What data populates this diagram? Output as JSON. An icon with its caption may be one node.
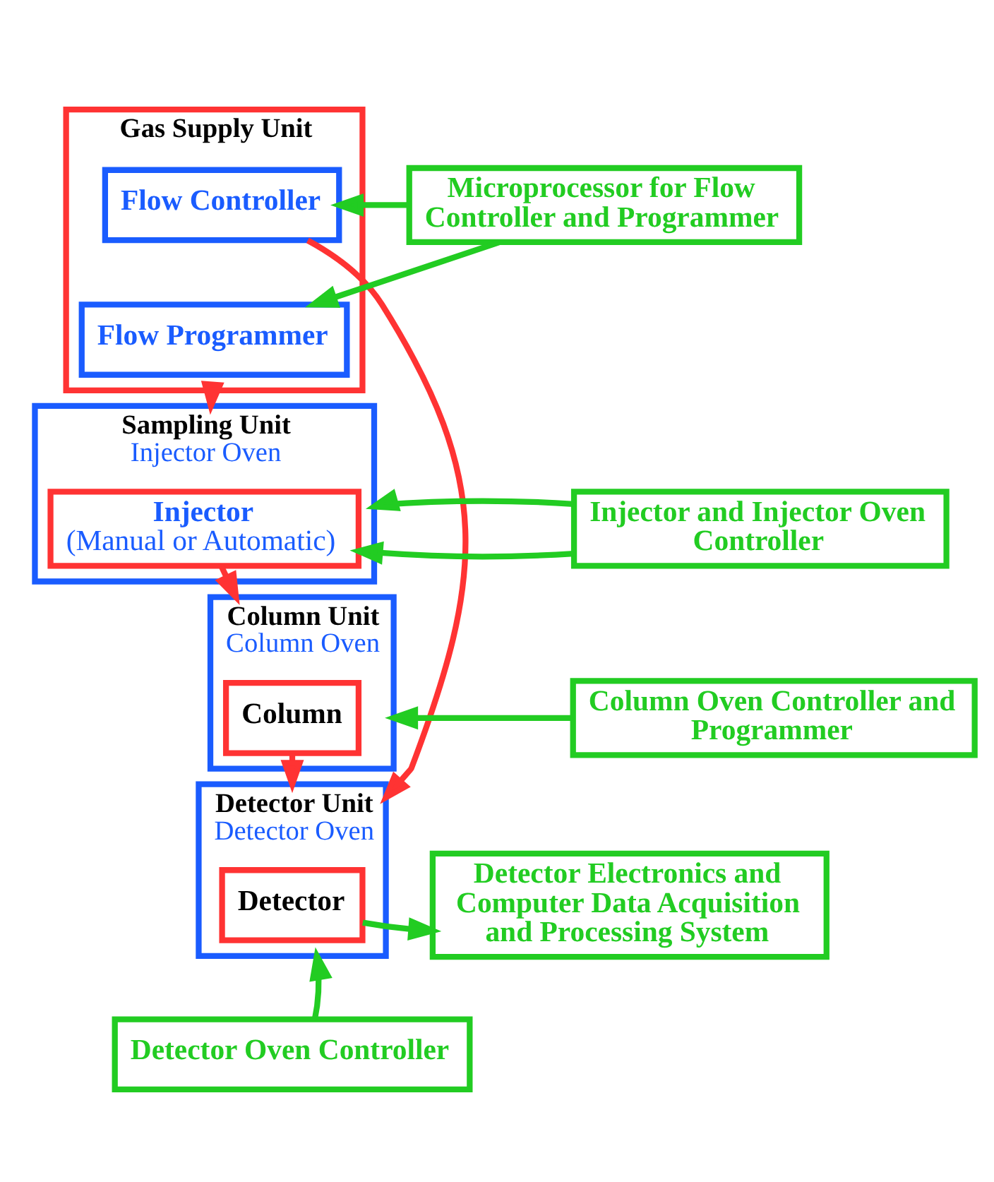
{
  "diagram": {
    "nodes": [
      {
        "text": [
          "Gas Supply Unit"
        ]
      },
      {
        "text": [
          "Flow Controller"
        ],
        "in": 0
      },
      {
        "text": [
          "Flow Programmer"
        ],
        "in": 0
      },
      {
        "text": [
          "Microprocessor for Flow Controller and Programmer"
        ]
      },
      {
        "text": [
          "Sampling Unit",
          "Injector Oven"
        ]
      },
      {
        "text": [
          "Injector",
          "(Manual or Automatic)"
        ],
        "in": 4
      },
      {
        "text": [
          "Injector and Injector Oven Controller"
        ]
      },
      {
        "text": [
          "Column Unit",
          "Column Oven"
        ]
      },
      {
        "text": [
          "Column"
        ],
        "in": 7
      },
      {
        "text": [
          "Column Oven Controller and Programmer"
        ]
      },
      {
        "text": [
          "Detector Unit",
          "Detector Oven"
        ]
      },
      {
        "text": [
          "Detector"
        ],
        "in": 10
      },
      {
        "text": [
          "Detector Electronics and Computer Data Acquisition and Processing System"
        ]
      },
      {
        "text": [
          "Detector Oven Controller"
        ]
      }
    ],
    "edges": [
      {
        "from": 3,
        "to": 1,
        "arrow": "to"
      },
      {
        "from": 3,
        "to": 2,
        "arrow": "to"
      },
      {
        "from": 0,
        "to": 4,
        "arrow": "to",
        "color": "#ff3333"
      },
      {
        "from": 1,
        "to": 10,
        "arrow": "to",
        "color": "#ff3333"
      },
      {
        "from": 6,
        "to": 5,
        "arrow": "to"
      },
      {
        "from": 6,
        "to": 4,
        "arrow": "to"
      },
      {
        "from": 5,
        "to": 7,
        "arrow": "to",
        "color": "#ff3333"
      },
      {
        "from": 9,
        "to": 7,
        "arrow": "to"
      },
      {
        "from": 8,
        "to": 10,
        "arrow": "to",
        "color": "#ff3333"
      },
      {
        "from": 11,
        "to": 12,
        "arrow": "to"
      },
      {
        "from": 13,
        "to": 10,
        "arrow": "to"
      }
    ]
  }
}
